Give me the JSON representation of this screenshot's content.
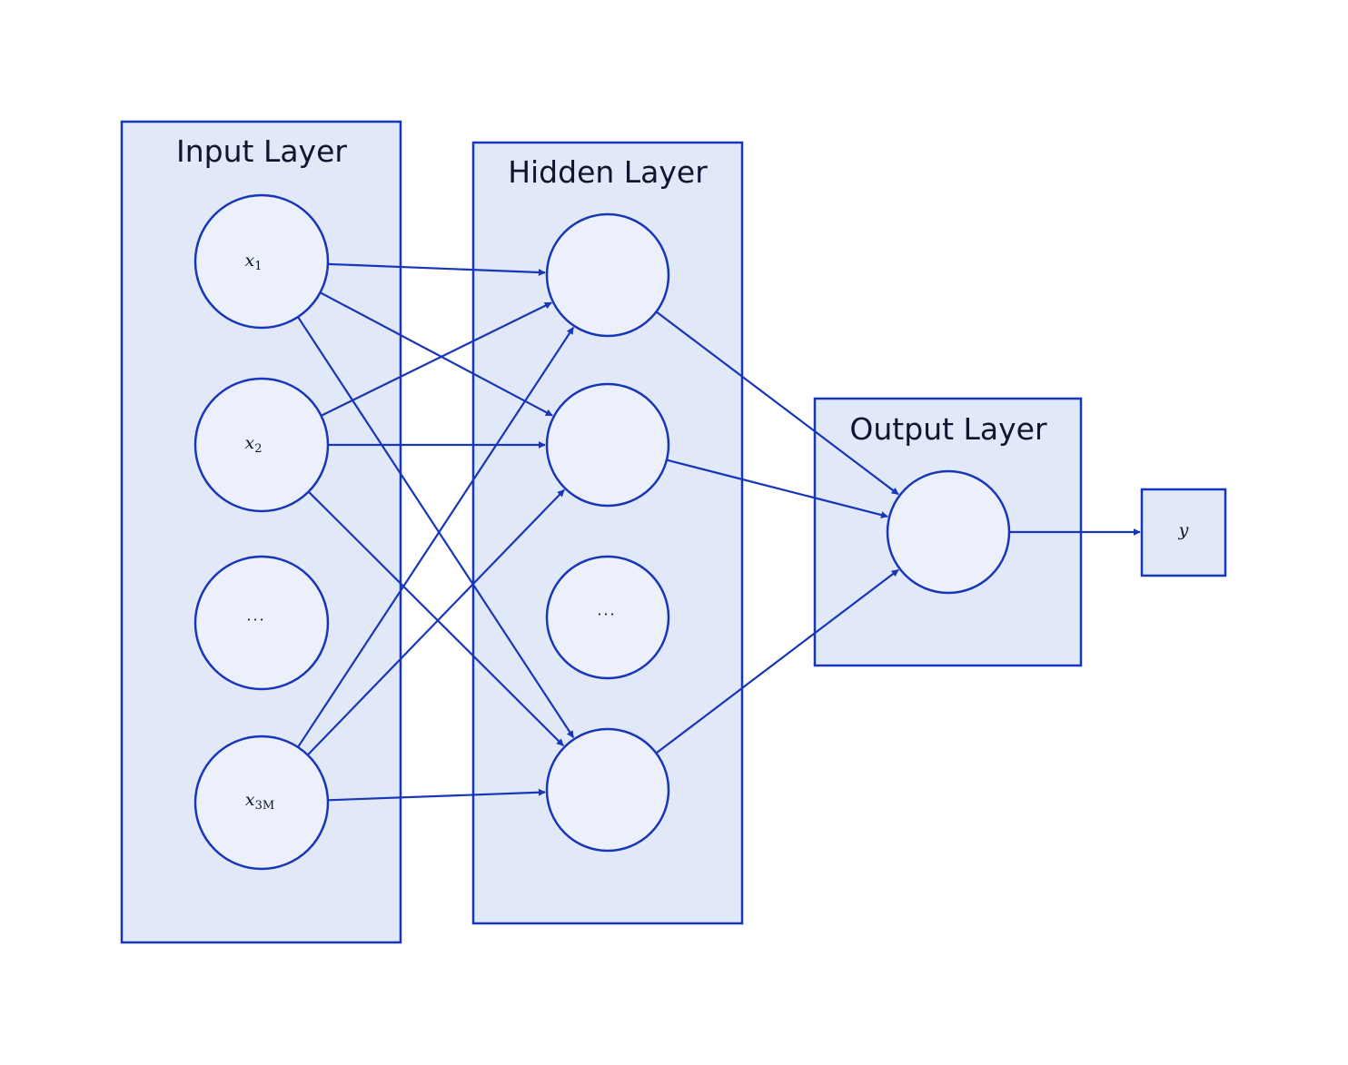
{
  "colors": {
    "stroke": "#1736b8",
    "layer_fill": "#e1e8f8",
    "node_fill": "#ebf0fb",
    "text": "#0f1630"
  },
  "layers": {
    "input": {
      "title": "Input Layer"
    },
    "hidden": {
      "title": "Hidden Layer"
    },
    "output": {
      "title": "Output Layer"
    }
  },
  "nodes": {
    "x1": {
      "base": "x",
      "sub": "1"
    },
    "x2": {
      "base": "x",
      "sub": "2"
    },
    "x_ellipsis": {
      "text": "···"
    },
    "x3m": {
      "base": "x",
      "sub": "3M"
    },
    "h_ellipsis": {
      "text": "···"
    },
    "y": {
      "text": "y"
    }
  },
  "connections": [
    [
      "x1",
      "h1"
    ],
    [
      "x1",
      "h2"
    ],
    [
      "x1",
      "h4"
    ],
    [
      "x2",
      "h1"
    ],
    [
      "x2",
      "h2"
    ],
    [
      "x2",
      "h4"
    ],
    [
      "x3m",
      "h1"
    ],
    [
      "x3m",
      "h2"
    ],
    [
      "x3m",
      "h4"
    ],
    [
      "h1",
      "o1"
    ],
    [
      "h2",
      "o1"
    ],
    [
      "h4",
      "o1"
    ],
    [
      "o1",
      "y"
    ]
  ]
}
